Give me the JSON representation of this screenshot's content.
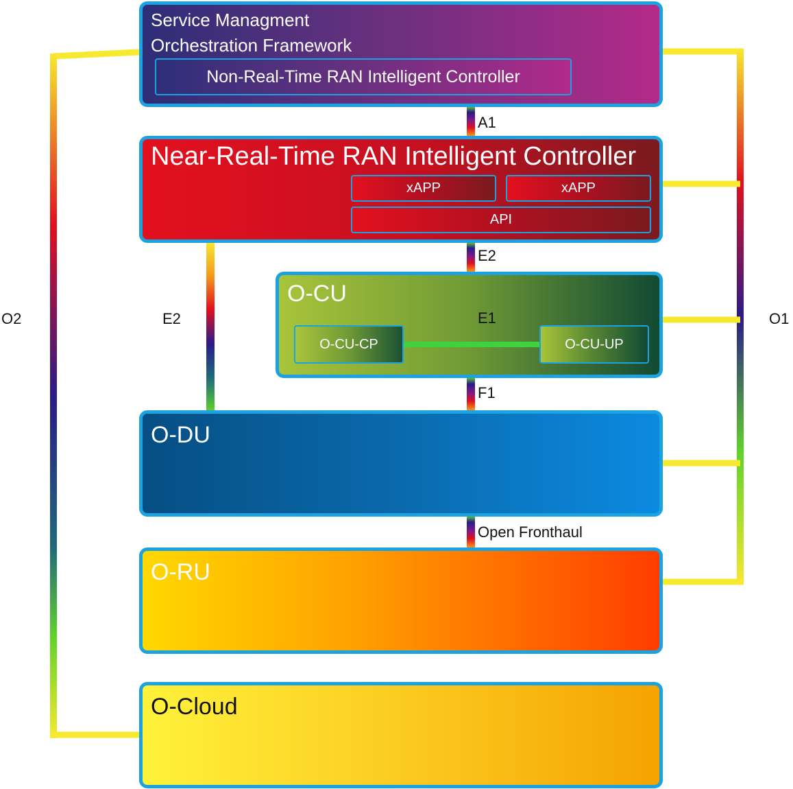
{
  "diagram": {
    "smo": {
      "title_line1": "Service Managment",
      "title_line2": "Orchestration Framework",
      "non_rt_ric": "Non-Real-Time RAN Intelligent Controller"
    },
    "near_rt_ric": {
      "title": "Near-Real-Time RAN Intelligent Controller",
      "xapp_1": "xAPP",
      "xapp_2": "xAPP",
      "api": "API"
    },
    "o_cu": {
      "title": "O-CU",
      "cp": "O-CU-CP",
      "up": "O-CU-UP",
      "e1_label": "E1"
    },
    "o_du": {
      "title": "O-DU"
    },
    "o_ru": {
      "title": "O-RU"
    },
    "o_cloud": {
      "title": "O-Cloud"
    },
    "interfaces": {
      "a1": "A1",
      "e2_center": "E2",
      "e2_left": "E2",
      "f1": "F1",
      "open_fronthaul": "Open Fronthaul",
      "o1": "O1",
      "o2": "O2"
    },
    "colors": {
      "box_border": "#1aa3e0",
      "o1_o2_line": "#f7e92f",
      "e1_line": "#3fd23f"
    }
  }
}
